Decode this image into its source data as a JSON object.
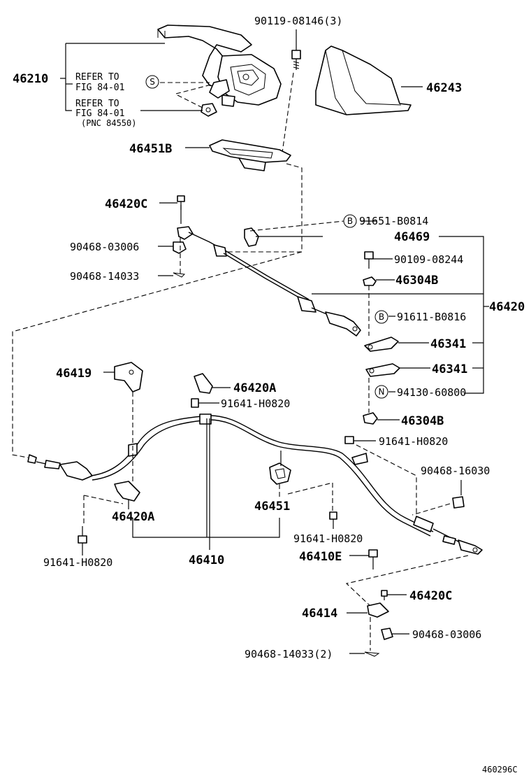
{
  "labels": {
    "p46210": "46210",
    "refer_to_1": "REFER TO",
    "fig_1": "FIG 84-01",
    "refer_to_2": "REFER TO",
    "fig_2": "FIG 84-01",
    "pnc": "(PNC 84550)",
    "p90119": "90119-08146(3)",
    "p46243": "46243",
    "p46451b": "46451B",
    "p46420c_top": "46420C",
    "p91651": "91651-B0814",
    "p46469": "46469",
    "p90468_03006_top": "90468-03006",
    "p90109": "90109-08244",
    "p90468_14033_top": "90468-14033",
    "p46304b_top": "46304B",
    "p46420": "46420",
    "p91611": "91611-B0816",
    "p46341_a": "46341",
    "p46341_b": "46341",
    "p94130": "94130-60800",
    "p46419": "46419",
    "p46420a_top": "46420A",
    "p91641_a": "91641-H0820",
    "p46304b_bot": "46304B",
    "p91641_b": "91641-H0820",
    "p90468_16030": "90468-16030",
    "p46420a_bot": "46420A",
    "p46451": "46451",
    "p91641_c": "91641-H0820",
    "p91641_d": "91641-H0820",
    "p46410": "46410",
    "p46410e": "46410E",
    "p46420c_bot": "46420C",
    "p46414": "46414",
    "p90468_03006_bot": "90468-03006",
    "p90468_14033_bot": "90468-14033(2)",
    "footer_code": "460296C"
  },
  "markers": {
    "s": "S",
    "b1": "B",
    "b2": "B",
    "n": "N"
  }
}
